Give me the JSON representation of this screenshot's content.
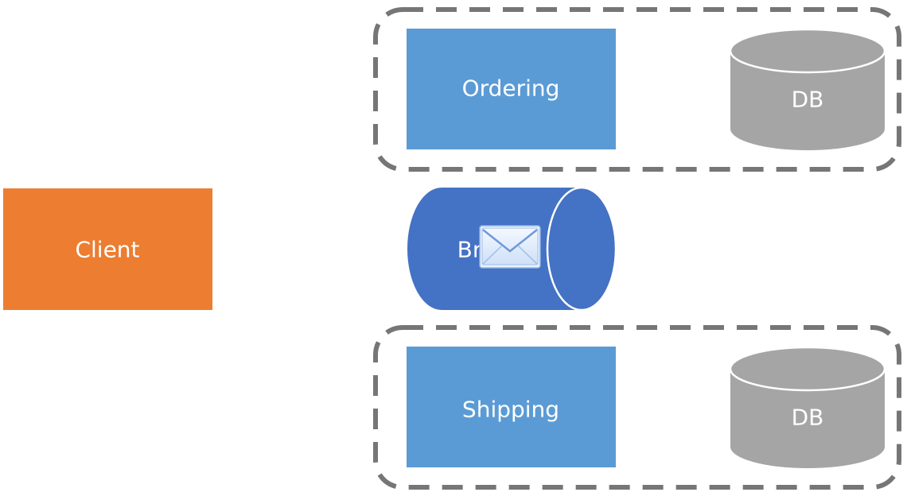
{
  "diagram": {
    "client": {
      "label": "Client",
      "color": "#ed7d31"
    },
    "broker": {
      "label": "Br",
      "color": "#4472c4",
      "icon": "envelope-icon"
    },
    "services": [
      {
        "label": "Ordering",
        "color": "#5b9bd5",
        "db_label": "DB"
      },
      {
        "label": "Shipping",
        "color": "#5b9bd5",
        "db_label": "DB"
      }
    ],
    "db_color": "#a5a5a5",
    "boundary_color": "#767676"
  }
}
